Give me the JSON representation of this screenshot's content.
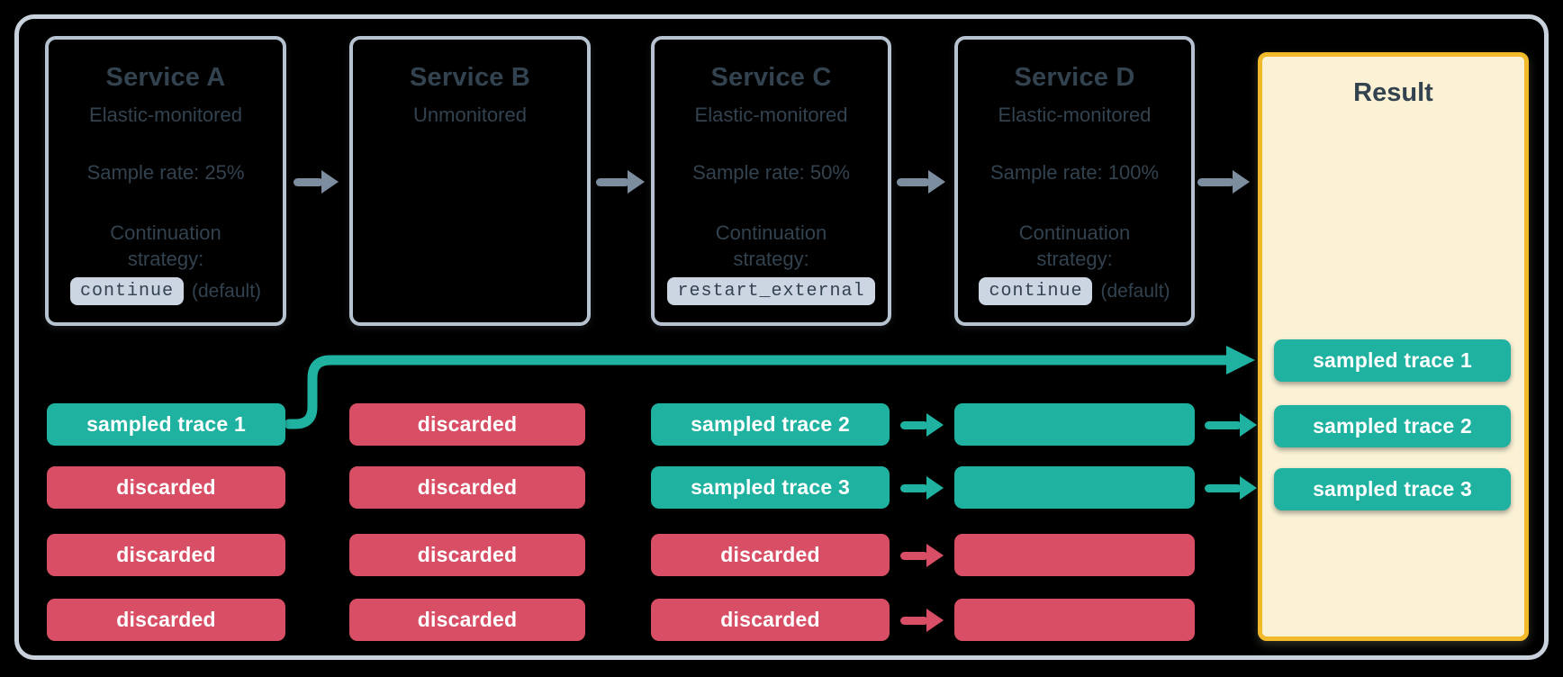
{
  "colors": {
    "teal": "#20b2a1",
    "red": "#d84f65",
    "yellow_border": "#f2ba2a",
    "yellow_fill": "#fbf2d6",
    "slate": "#33424f",
    "box_border": "#b6c2d0",
    "frame_border": "#c9d2dc",
    "arrow_gray": "#7c8da0",
    "code_bg": "#ccd6e2"
  },
  "services": [
    {
      "name": "Service A",
      "monitoring": "Elastic-monitored",
      "sample_rate": "Sample rate: 25%",
      "strategy_label": "Continuation strategy:",
      "strategy_code": "continue",
      "strategy_suffix": "(default)"
    },
    {
      "name": "Service B",
      "monitoring": "Unmonitored"
    },
    {
      "name": "Service C",
      "monitoring": "Elastic-monitored",
      "sample_rate": "Sample rate: 50%",
      "strategy_label": "Continuation strategy:",
      "strategy_code": "restart_external"
    },
    {
      "name": "Service D",
      "monitoring": "Elastic-monitored",
      "sample_rate": "Sample rate: 100%",
      "strategy_label": "Continuation strategy:",
      "strategy_code": "continue",
      "strategy_suffix": "(default)"
    }
  ],
  "result": {
    "title": "Result",
    "chips": [
      {
        "label": "sampled trace 1",
        "status": "sampled"
      },
      {
        "label": "sampled trace 2",
        "status": "sampled"
      },
      {
        "label": "sampled trace 3",
        "status": "sampled"
      }
    ]
  },
  "columns": [
    {
      "chips": [
        {
          "label": "sampled trace 1",
          "status": "sampled"
        },
        {
          "label": "discarded",
          "status": "discarded"
        },
        {
          "label": "discarded",
          "status": "discarded"
        },
        {
          "label": "discarded",
          "status": "discarded"
        }
      ]
    },
    {
      "chips": [
        {
          "label": "discarded",
          "status": "discarded"
        },
        {
          "label": "discarded",
          "status": "discarded"
        },
        {
          "label": "discarded",
          "status": "discarded"
        },
        {
          "label": "discarded",
          "status": "discarded"
        }
      ]
    },
    {
      "chips": [
        {
          "label": "sampled trace 2",
          "status": "sampled"
        },
        {
          "label": "sampled trace 3",
          "status": "sampled"
        },
        {
          "label": "discarded",
          "status": "discarded"
        },
        {
          "label": "discarded",
          "status": "discarded"
        }
      ]
    },
    {
      "chips": [
        {
          "label": "",
          "status": "sampled"
        },
        {
          "label": "",
          "status": "sampled"
        },
        {
          "label": "",
          "status": "discarded"
        },
        {
          "label": "",
          "status": "discarded"
        }
      ]
    }
  ]
}
